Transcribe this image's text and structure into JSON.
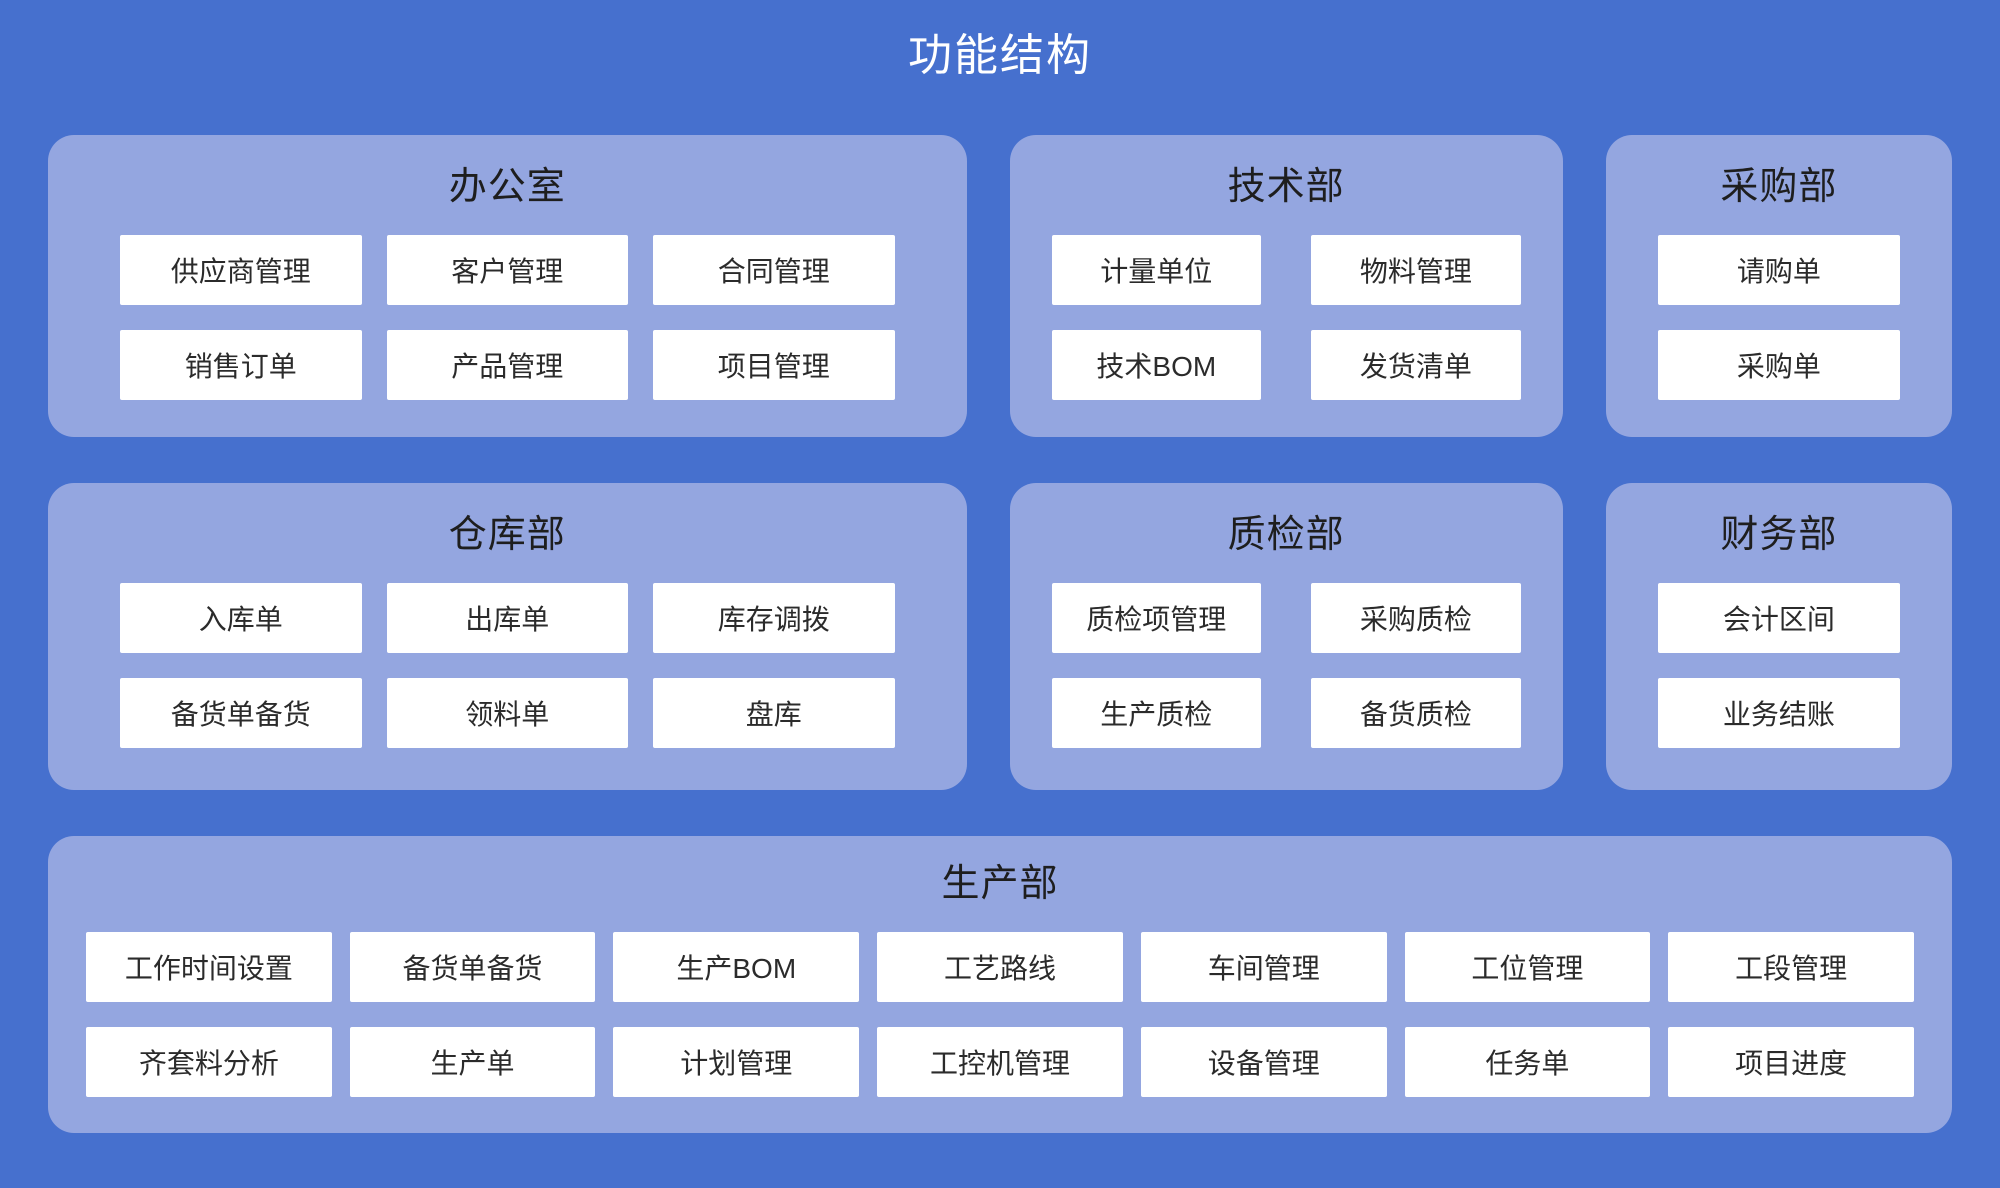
{
  "page": {
    "title": "功能结构",
    "colors": {
      "background": "#4670CE",
      "panel": "#94A6E0",
      "card": "#FFFFFF",
      "title_text": "#FFFFFF",
      "header_text": "#1E1E1E",
      "card_text": "#2B2B2B"
    }
  },
  "departments": [
    {
      "id": "office",
      "name": "办公室",
      "items": [
        "供应商管理",
        "客户管理",
        "合同管理",
        "销售订单",
        "产品管理",
        "项目管理"
      ]
    },
    {
      "id": "tech",
      "name": "技术部",
      "items": [
        "计量单位",
        "物料管理",
        "技术BOM",
        "发货清单"
      ]
    },
    {
      "id": "purchasing",
      "name": "采购部",
      "items": [
        "请购单",
        "采购单"
      ]
    },
    {
      "id": "warehouse",
      "name": "仓库部",
      "items": [
        "入库单",
        "出库单",
        "库存调拨",
        "备货单备货",
        "领料单",
        "盘库"
      ]
    },
    {
      "id": "qc",
      "name": "质检部",
      "items": [
        "质检项管理",
        "采购质检",
        "生产质检",
        "备货质检"
      ]
    },
    {
      "id": "finance",
      "name": "财务部",
      "items": [
        "会计区间",
        "业务结账"
      ]
    },
    {
      "id": "production",
      "name": "生产部",
      "items": [
        "工作时间设置",
        "备货单备货",
        "生产BOM",
        "工艺路线",
        "车间管理",
        "工位管理",
        "工段管理",
        "齐套料分析",
        "生产单",
        "计划管理",
        "工控机管理",
        "设备管理",
        "任务单",
        "项目进度"
      ]
    }
  ]
}
